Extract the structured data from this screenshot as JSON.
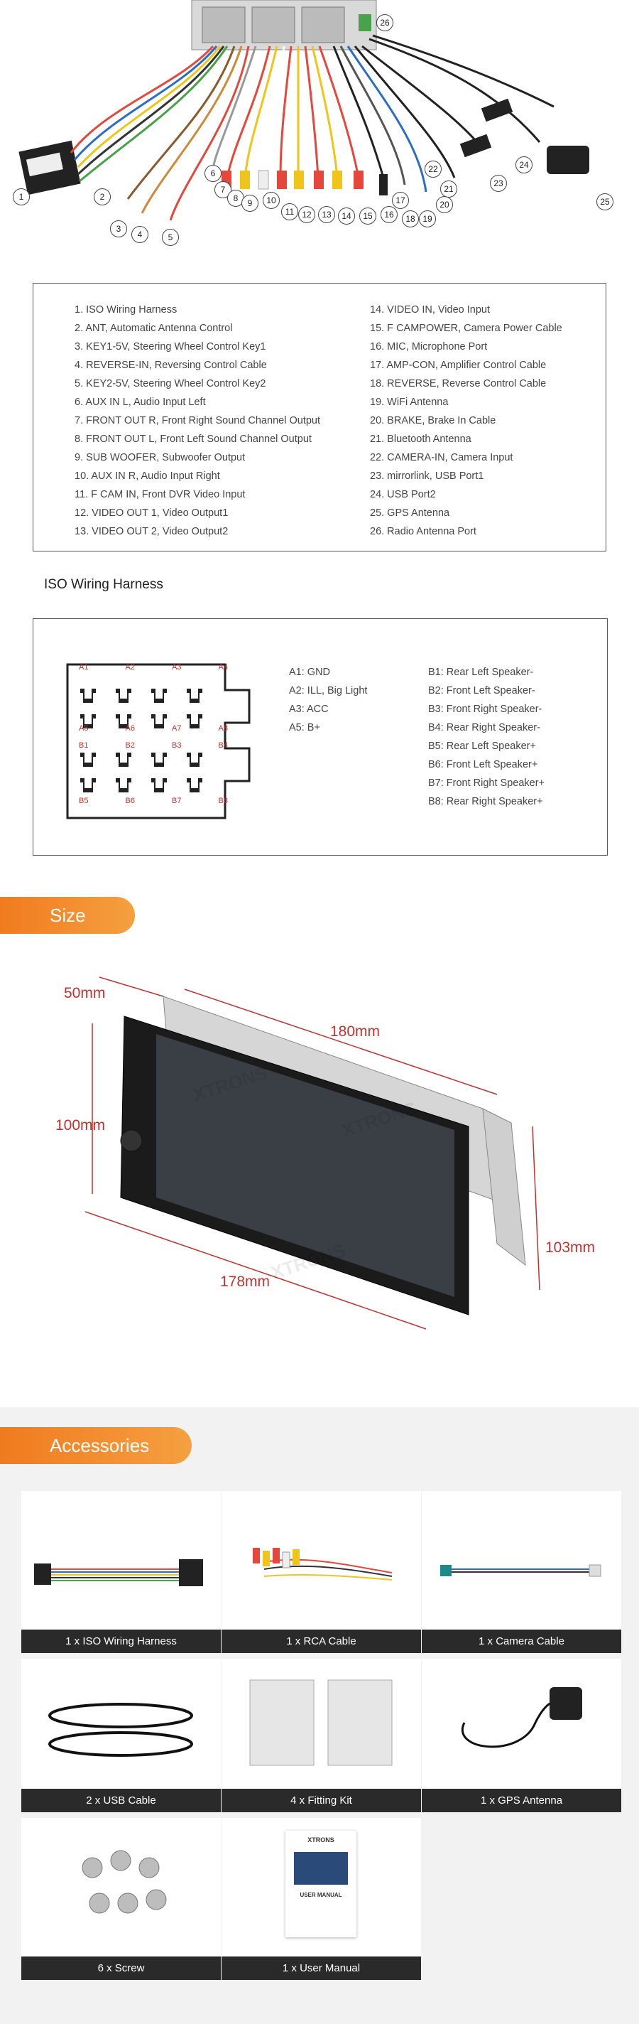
{
  "legend": {
    "left": [
      "1. ISO Wiring Harness",
      "2. ANT, Automatic Antenna Control",
      "3. KEY1-5V, Steering Wheel Control Key1",
      "4. REVERSE-IN, Reversing Control Cable",
      "5. KEY2-5V, Steering Wheel Control Key2",
      "6. AUX IN L, Audio Input Left",
      "7. FRONT OUT R, Front Right Sound Channel Output",
      "8. FRONT OUT L, Front Left Sound Channel Output",
      "9. SUB WOOFER, Subwoofer Output",
      "10. AUX IN R, Audio Input Right",
      "11. F CAM IN, Front DVR Video Input",
      "12. VIDEO OUT 1, Video Output1",
      "13. VIDEO OUT 2, Video Output2"
    ],
    "right": [
      "14. VIDEO IN, Video Input",
      "15. F CAMPOWER, Camera Power Cable",
      "16. MIC, Microphone Port",
      "17. AMP-CON, Amplifier Control Cable",
      "18. REVERSE, Reverse Control Cable",
      "19. WiFi Antenna",
      "20. BRAKE, Brake In Cable",
      "21. Bluetooth Antenna",
      "22. CAMERA-IN, Camera Input",
      "23. mirrorlink, USB Port1",
      "24. USB Port2",
      "25. GPS Antenna",
      "26. Radio Antenna Port"
    ]
  },
  "callouts": [
    "1",
    "2",
    "3",
    "4",
    "5",
    "6",
    "7",
    "8",
    "9",
    "10",
    "11",
    "12",
    "13",
    "14",
    "15",
    "16",
    "17",
    "18",
    "19",
    "20",
    "21",
    "22",
    "23",
    "24",
    "25",
    "26"
  ],
  "iso": {
    "title": "ISO Wiring Harness",
    "pins_a": [
      "A1: GND",
      "A2: ILL, Big Light",
      "A3: ACC",
      "A5: B+"
    ],
    "pins_b": [
      "B1: Rear Left Speaker-",
      "B2: Front Left Speaker-",
      "B3: Front Right Speaker-",
      "B4: Rear Right Speaker-",
      "B5: Rear Left Speaker+",
      "B6: Front Left Speaker+",
      "B7: Front Right Speaker+",
      "B8: Rear Right Speaker+"
    ],
    "conn_top": [
      "A1",
      "A2",
      "A3",
      "A4"
    ],
    "conn_mid": [
      "A5",
      "A6",
      "A7",
      "A8"
    ],
    "conn_b_top": [
      "B1",
      "B2",
      "B3",
      "B4"
    ],
    "conn_b_bot": [
      "B5",
      "B6",
      "B7",
      "B8"
    ]
  },
  "size": {
    "title": "Size",
    "d_depth": "50mm",
    "d_width_top": "180mm",
    "d_height_left": "100mm",
    "d_height_right": "103mm",
    "d_width_bottom": "178mm"
  },
  "accessories": {
    "title": "Accessories",
    "items": [
      "1 x ISO Wiring Harness",
      "1 x RCA Cable",
      "1 x Camera Cable",
      "2 x USB Cable",
      "4 x Fitting Kit",
      "1 x GPS Antenna",
      "6 x Screw",
      "1 x User Manual"
    ]
  },
  "watermark": "XTRONS",
  "manual_brand": "XTRONS",
  "manual_title": "USER MANUAL",
  "colors": {
    "accent": "#f07b1f",
    "dimension": "#c0322f",
    "caption_bg": "#2a2a2a"
  }
}
